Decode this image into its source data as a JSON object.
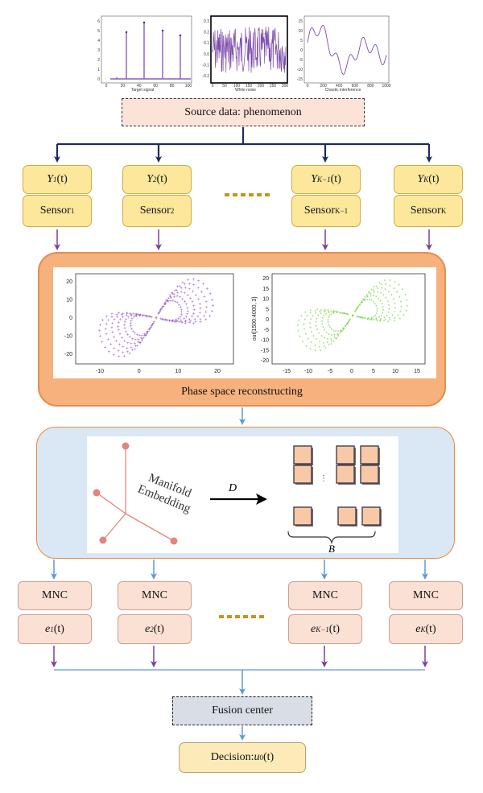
{
  "signal_plots": [
    {
      "caption": "Target signal",
      "yticks": [
        "6",
        "5",
        "4",
        "3",
        "2",
        "1",
        "0"
      ],
      "xticks": [
        "0",
        "20",
        "40",
        "60",
        "80",
        "100"
      ]
    },
    {
      "caption": "White noise",
      "yticks": [
        "0.3",
        "0.2",
        "0.1",
        "0.0",
        "-0.1",
        "-0.2"
      ],
      "xticks": [
        "0",
        "50",
        "100",
        "150",
        "200",
        "250",
        "300"
      ]
    },
    {
      "caption": "Chaotic interference",
      "yticks": [
        "15",
        "10",
        "5",
        "0",
        "-5",
        "-10",
        "-15"
      ],
      "xticks": [
        "0",
        "200",
        "400",
        "600",
        "800",
        "1000"
      ]
    }
  ],
  "source_label": "Source data: phenomenon",
  "sensors": [
    {
      "y_main": "Y",
      "y_sub": "1",
      "y_arg": "(t)",
      "s_main": "Sensor",
      "s_sub": "1"
    },
    {
      "y_main": "Y",
      "y_sub": "2",
      "y_arg": "(t)",
      "s_main": "Sensor",
      "s_sub": "2"
    },
    {
      "y_main": "Y",
      "y_sub": "K−1",
      "y_arg": "(t)",
      "s_main": "Sensor",
      "s_sub": "K−1"
    },
    {
      "y_main": "Y",
      "y_sub": "K",
      "y_arg": "(t)",
      "s_main": "Sensor",
      "s_sub": "K"
    }
  ],
  "phase_plots": {
    "left": {
      "yticks": [
        "20",
        "10",
        "0",
        "-10",
        "-20"
      ],
      "xticks": [
        "-10",
        "0",
        "10",
        "20"
      ]
    },
    "right": {
      "ylabel": "out[1500:4000, 3]",
      "yticks": [
        "20",
        "15",
        "10",
        "5",
        "0",
        "-5",
        "-10",
        "-15",
        "-20"
      ],
      "xticks": [
        "-15",
        "-10",
        "-5",
        "0",
        "5",
        "10",
        "15"
      ]
    }
  },
  "phase_label": "Phase space reconstructing",
  "embedding": {
    "text_line1": "Manifold",
    "text_line2": "Embedding",
    "arrow_label": "D",
    "brace_label": "B",
    "dots": "·\n·\n·"
  },
  "mnc": [
    {
      "label": "MNC",
      "e_main": "e",
      "e_sub": "1",
      "e_arg": "(t)"
    },
    {
      "label": "MNC",
      "e_main": "e",
      "e_sub": "2",
      "e_arg": "(t)"
    },
    {
      "label": "MNC",
      "e_main": "e",
      "e_sub": "K−1",
      "e_arg": "(t)"
    },
    {
      "label": "MNC",
      "e_main": "e",
      "e_sub": "K",
      "e_arg": "(t)"
    }
  ],
  "fusion_label": "Fusion center",
  "decision": {
    "prefix": "Decision: ",
    "main": "u",
    "sub": "0",
    "arg": "(t)"
  },
  "colors": {
    "purple": "#7b4bab",
    "navy": "#1f2a5c",
    "blue_arrow": "#5b9bd5",
    "green": "#6fd33d",
    "dash_gold": "#c8931d"
  }
}
